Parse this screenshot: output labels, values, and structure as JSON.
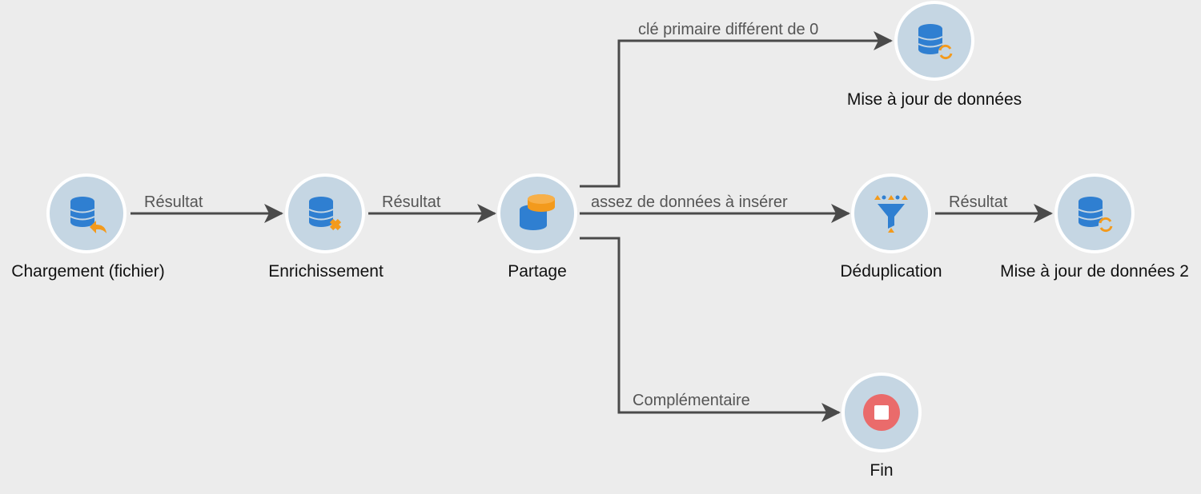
{
  "nodes": [
    {
      "id": "chargement",
      "label": "Chargement (fichier)",
      "icon": "database-load-icon"
    },
    {
      "id": "enrichissement",
      "label": "Enrichissement",
      "icon": "database-enrich-icon"
    },
    {
      "id": "partage",
      "label": "Partage",
      "icon": "database-split-icon"
    },
    {
      "id": "maj1",
      "label": "Mise à jour de données",
      "icon": "database-update-icon"
    },
    {
      "id": "dedup",
      "label": "Déduplication",
      "icon": "funnel-dedup-icon"
    },
    {
      "id": "maj2",
      "label": "Mise à jour de données 2",
      "icon": "database-update-icon"
    },
    {
      "id": "fin",
      "label": "Fin",
      "icon": "stop-icon"
    }
  ],
  "edges": [
    {
      "from": "chargement",
      "to": "enrichissement",
      "label": "Résultat"
    },
    {
      "from": "enrichissement",
      "to": "partage",
      "label": "Résultat"
    },
    {
      "from": "partage",
      "to": "maj1",
      "label": "clé primaire différent de 0"
    },
    {
      "from": "partage",
      "to": "dedup",
      "label": "assez de données à insérer"
    },
    {
      "from": "dedup",
      "to": "maj2",
      "label": "Résultat"
    },
    {
      "from": "partage",
      "to": "fin",
      "label": "Complémentaire"
    }
  ],
  "colors": {
    "background": "#ececec",
    "node_fill": "#c5d6e3",
    "db_blue": "#2f7fd1",
    "accent_orange": "#f39a1c",
    "stop_red": "#ea6b6b",
    "edge": "#4a4a4a"
  }
}
